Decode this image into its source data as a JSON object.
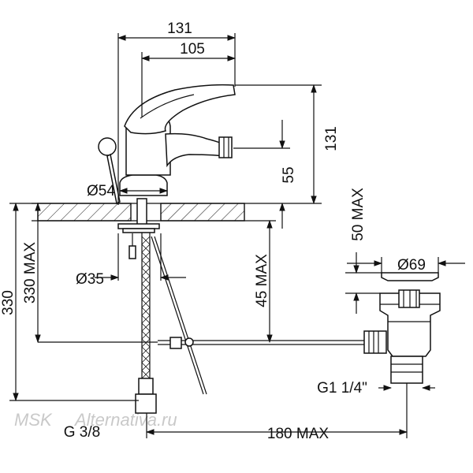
{
  "dimensions": {
    "width_131_top": "131",
    "width_105": "105",
    "height_131_right": "131",
    "height_55": "55",
    "diameter_54": "Ø54",
    "diameter_35": "Ø35",
    "height_330": "330",
    "height_330_max": "330 MAX",
    "depth_45_max": "45 MAX",
    "height_50_max": "50 MAX",
    "diameter_69": "Ø69",
    "thread_g1_1_4": "G1 1/4\"",
    "thread_g3_8": "G 3/8",
    "length_180_max": "180 MAX"
  },
  "watermark": {
    "left": "MSK",
    "right": "Alternativa.ru"
  }
}
